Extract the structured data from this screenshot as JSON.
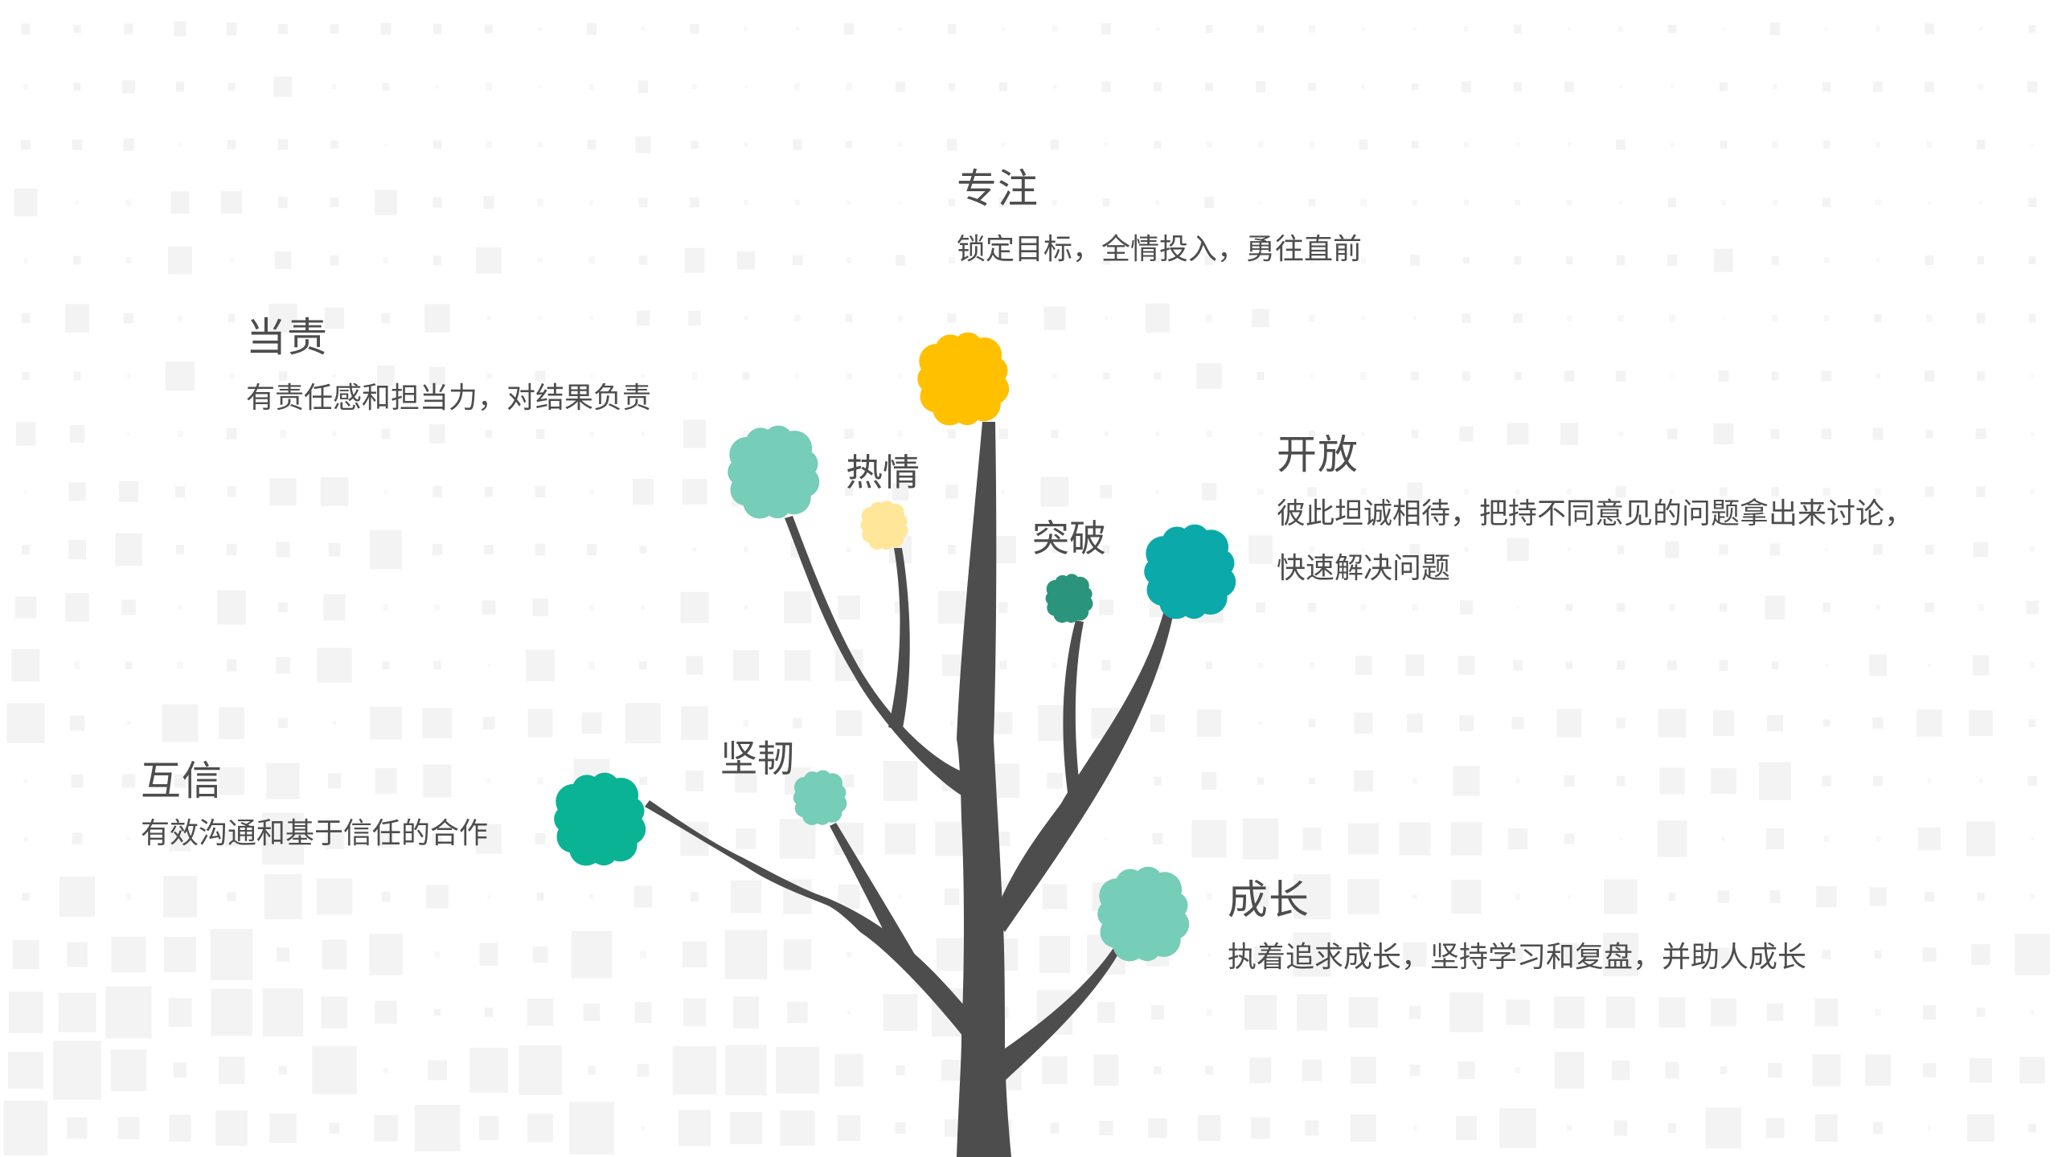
{
  "slide": {
    "background": "#ffffff",
    "trunk_color": "#4d4d4d",
    "text_color": "#4d4d4d",
    "grid_square_color": "#f2f2f2"
  },
  "values": [
    {
      "id": "focus",
      "title": "专注",
      "description": "锁定目标，全情投入，勇往直前",
      "leaf_color": "#FFC000"
    },
    {
      "id": "accountability",
      "title": "当责",
      "description": "有责任感和担当力，对结果负责",
      "leaf_color": "#76CDB8"
    },
    {
      "id": "passion",
      "title": "热情",
      "description": "",
      "leaf_color": "#FFE699"
    },
    {
      "id": "breakthrough",
      "title": "突破",
      "description": "",
      "leaf_color": "#2A957C"
    },
    {
      "id": "openness",
      "title": "开放",
      "description_lines": [
        "彼此坦诚相待，把持不同意见的问题拿出来讨论，",
        "快速解决问题"
      ],
      "leaf_color": "#0BA9AA"
    },
    {
      "id": "resilience",
      "title": "坚韧",
      "description": "",
      "leaf_color": "#76CDB8"
    },
    {
      "id": "trust",
      "title": "互信",
      "description": "有效沟通和基于信任的合作",
      "leaf_color": "#0AB394"
    },
    {
      "id": "growth",
      "title": "成长",
      "description": "执着追求成长，坚持学习和复盘，并助人成长",
      "leaf_color": "#76CDB8"
    }
  ]
}
